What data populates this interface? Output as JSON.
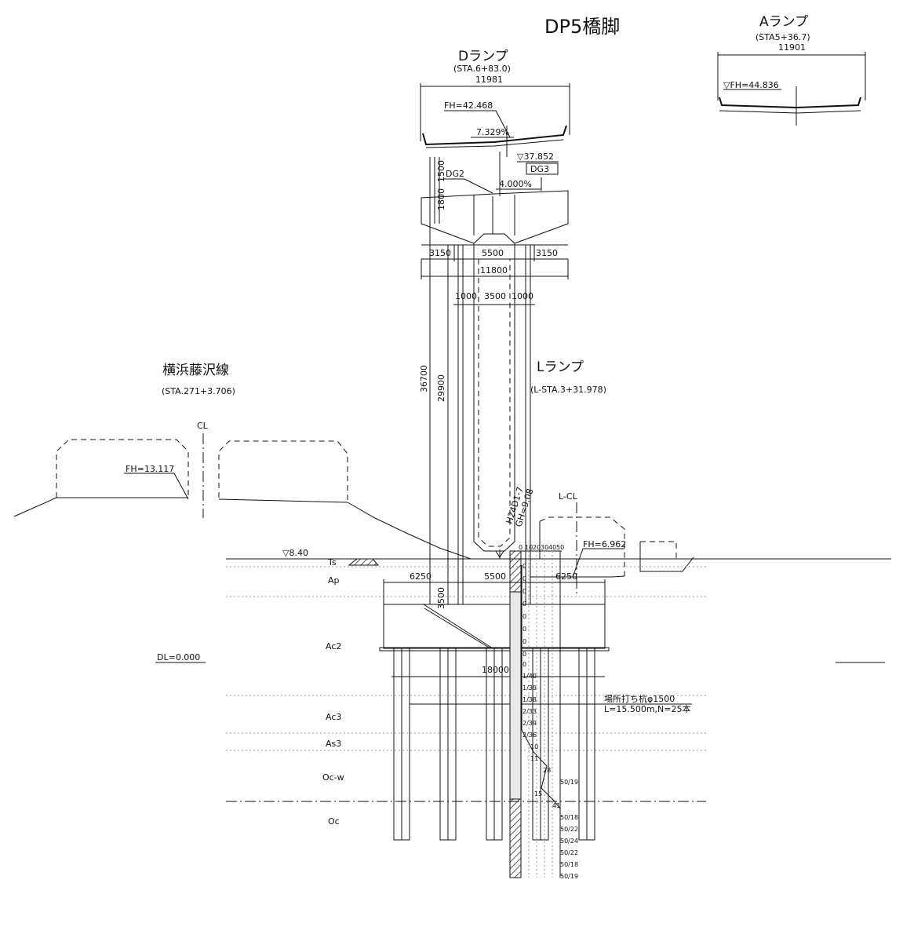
{
  "title": "DP5橋脚",
  "ramps": {
    "a": {
      "name": "Aランプ",
      "sta": "(STA5+36.7)",
      "width": "11901",
      "fh": "▽FH=44.836"
    },
    "d": {
      "name": "Dランプ",
      "sta": "(STA.6+83.0)",
      "width": "11981",
      "fh": "FH=42.468",
      "slope": "7.329%"
    },
    "l": {
      "name": "Lランプ",
      "sta": "(L-STA.3+31.978)",
      "fh": "FH=6.962",
      "cl": "L-CL"
    },
    "yoko": {
      "name": "横浜藤沢線",
      "sta": "(STA.271+3.706)",
      "fh": "FH=13.117",
      "cl": "CL"
    }
  },
  "pier_cap": {
    "top_level": "▽37.852",
    "dg2": "DG2",
    "dg3": "DG3",
    "slope": "4.000%",
    "h1": "1800",
    "h2": "1500",
    "dims": [
      "3150",
      "5500",
      "3150"
    ],
    "total": "11800"
  },
  "column": {
    "dims": [
      "1000",
      "3500",
      "1000"
    ],
    "h_total": "36700",
    "h_column": "29900"
  },
  "footing": {
    "dims": [
      "6250",
      "5500",
      "6250"
    ],
    "depth": "3500",
    "width": "18000"
  },
  "ground": {
    "level": "▽8.40",
    "dl": "DL=0.000"
  },
  "boring": {
    "id": "H24D1-7",
    "gh": "GH=9.08",
    "scale": [
      "0",
      "10",
      "20",
      "30",
      "40",
      "50"
    ]
  },
  "n_values": [
    "0",
    "0",
    "0",
    "0",
    "0",
    "0",
    "0",
    "0",
    "0",
    "1/40",
    "1/39",
    "1/38",
    "2/33",
    "2/39",
    "2/36",
    "10",
    "11",
    "28",
    "50/19",
    "15",
    "41",
    "50/18",
    "50/22",
    "50/24",
    "50/22",
    "50/18",
    "50/19"
  ],
  "layers": [
    "Ts",
    "Ap",
    "Ac2",
    "Ac3",
    "As3",
    "Oc-w",
    "Oc"
  ],
  "pile": {
    "line1": "場所打ち杭φ1500",
    "line2": "L=15.500m,N=25本"
  }
}
